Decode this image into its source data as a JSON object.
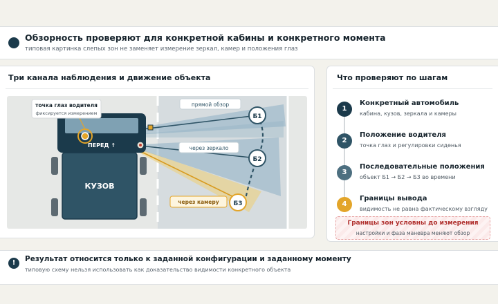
{
  "header": {
    "title": "Обзорность проверяют для конкретной кабины и конкретного момента",
    "subtitle": "типовая картинка слепых зон не заменяет измерение зеркал, камер и положения глаз"
  },
  "diagram": {
    "title": "Три канала наблюдения и движение объекта",
    "eye_label": "точка глаз водителя",
    "eye_sublabel": "фиксируется измерением",
    "front_label": "ПЕРЕД ↑",
    "body_label": "КУЗОВ",
    "channels": {
      "direct": "прямой обзор",
      "mirror": "через зеркало",
      "camera": "через камеру"
    },
    "positions": [
      "Б1",
      "Б2",
      "Б3"
    ],
    "colors": {
      "direct": "#8fb1c4",
      "mirror": "#8fb1c4",
      "camera": "#f1cf72",
      "truck": "#2f5466",
      "accent": "#e3a52a"
    }
  },
  "steps_panel": {
    "title": "Что проверяют по шагам",
    "steps": [
      {
        "num": "1",
        "title": "Конкретный автомобиль",
        "desc": "кабина, кузов, зеркала и камеры",
        "color": "#1b3a4b"
      },
      {
        "num": "2",
        "title": "Положение водителя",
        "desc": "точка глаз и регулировки сиденья",
        "color": "#2f5466"
      },
      {
        "num": "3",
        "title": "Последовательные положения",
        "desc": "объект Б1 → Б2 → Б3 во времени",
        "color": "#4d6f80"
      },
      {
        "num": "4",
        "title": "Границы вывода",
        "desc": "видимость не равна фактическому взгляду",
        "color": "#e3a52a"
      }
    ],
    "warning": {
      "title": "Границы зон условны до измерения",
      "subtitle": "настройки и фаза маневра меняют обзор"
    }
  },
  "footer": {
    "icon": "!",
    "title": "Результат относится только к заданной конфигурации и заданному моменту",
    "subtitle": "типовую схему нельзя использовать как доказательство видимости конкретного объекта"
  }
}
